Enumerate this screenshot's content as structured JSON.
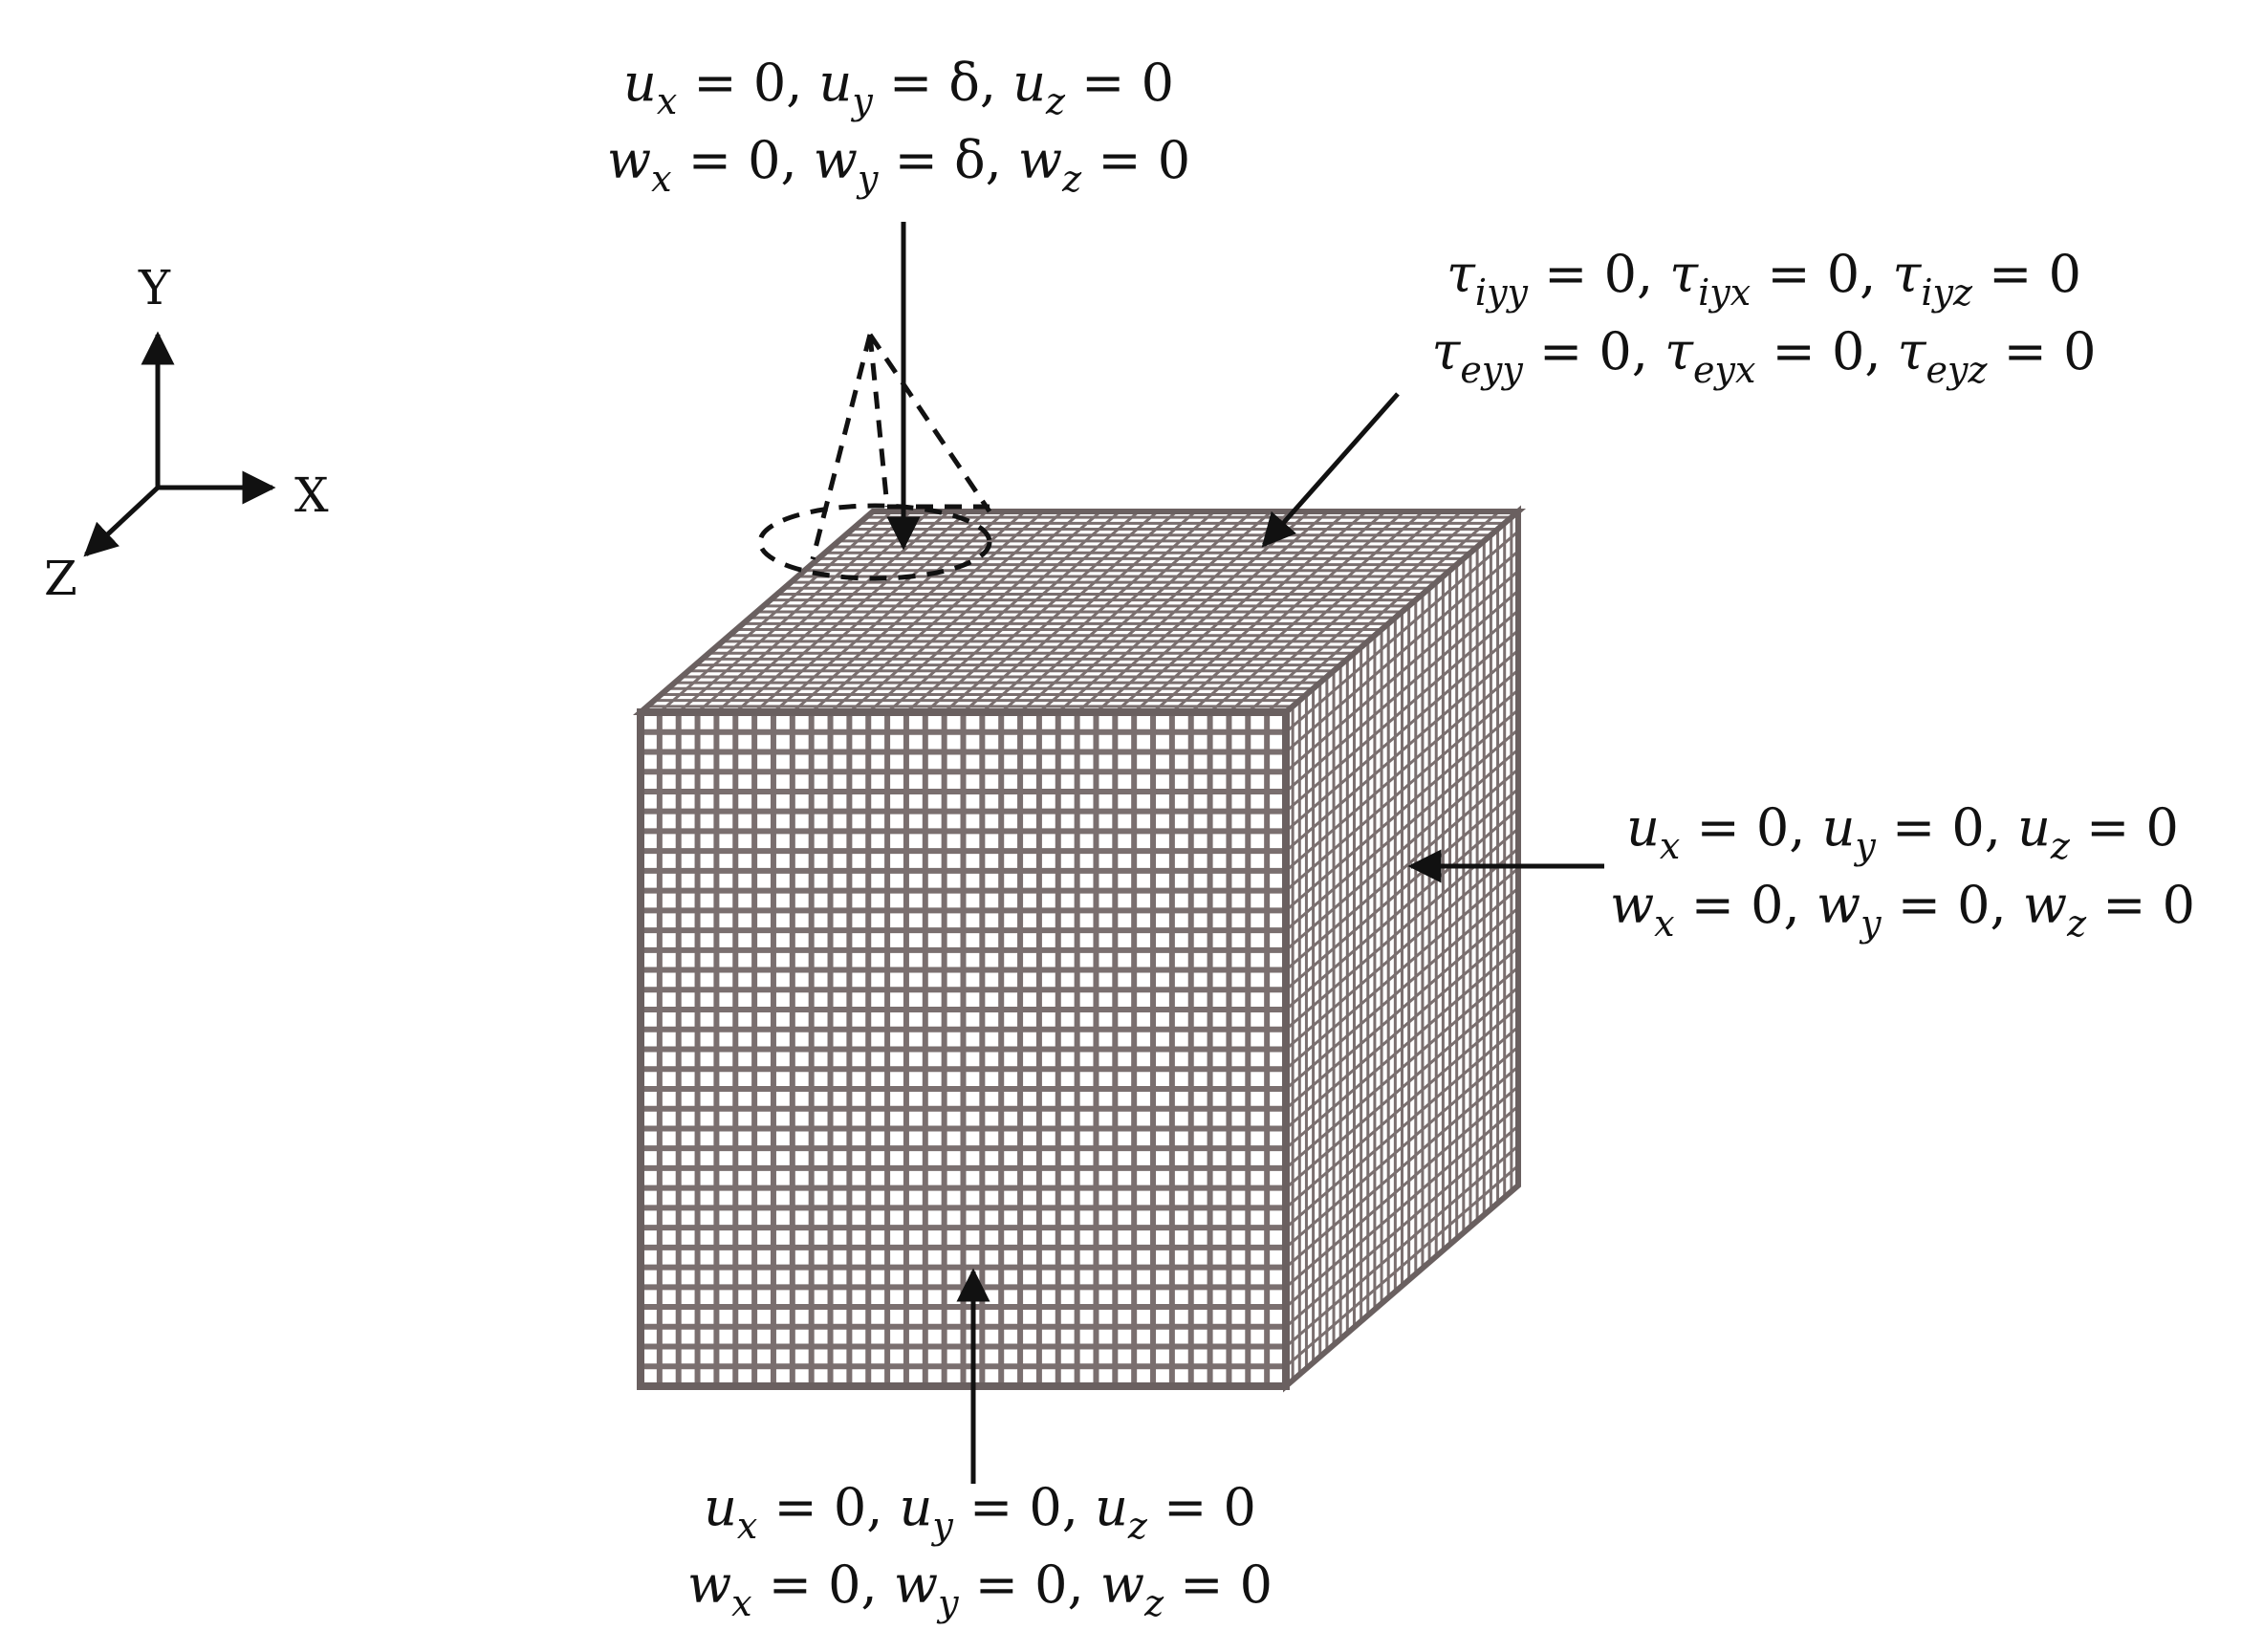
{
  "axes": {
    "y": "Y",
    "x": "X",
    "z": "Z"
  },
  "colors": {
    "mesh": "#7a6f6f",
    "mesh_dark": "#5f5555",
    "ink": "#111111"
  },
  "labels": {
    "top_load": [
      [
        {
          "t": "u"
        },
        {
          "s": "x"
        },
        {
          "t": " = 0, ",
          "up": true
        },
        {
          "t": "u"
        },
        {
          "s": "y"
        },
        {
          "t": " = δ, ",
          "up": true
        },
        {
          "t": "u"
        },
        {
          "s": "z"
        },
        {
          "t": " = 0",
          "up": true
        }
      ],
      [
        {
          "t": "w"
        },
        {
          "s": "x"
        },
        {
          "t": " = 0, ",
          "up": true
        },
        {
          "t": "w"
        },
        {
          "s": "y"
        },
        {
          "t": " = δ, ",
          "up": true
        },
        {
          "t": "w"
        },
        {
          "s": "z"
        },
        {
          "t": " = 0",
          "up": true
        }
      ]
    ],
    "top_face": [
      [
        {
          "t": "τ"
        },
        {
          "s": "iyy"
        },
        {
          "t": " = 0, ",
          "up": true
        },
        {
          "t": "τ"
        },
        {
          "s": "iyx"
        },
        {
          "t": " = 0, ",
          "up": true
        },
        {
          "t": "τ"
        },
        {
          "s": "iyz"
        },
        {
          "t": " = 0",
          "up": true
        }
      ],
      [
        {
          "t": "τ"
        },
        {
          "s": "eyy"
        },
        {
          "t": " = 0, ",
          "up": true
        },
        {
          "t": "τ"
        },
        {
          "s": "eyx"
        },
        {
          "t": " = 0, ",
          "up": true
        },
        {
          "t": "τ"
        },
        {
          "s": "eyz"
        },
        {
          "t": " = 0",
          "up": true
        }
      ]
    ],
    "right_face": [
      [
        {
          "t": "u"
        },
        {
          "s": "x"
        },
        {
          "t": " = 0, ",
          "up": true
        },
        {
          "t": "u"
        },
        {
          "s": "y"
        },
        {
          "t": " = 0, ",
          "up": true
        },
        {
          "t": "u"
        },
        {
          "s": "z"
        },
        {
          "t": " = 0",
          "up": true
        }
      ],
      [
        {
          "t": "w"
        },
        {
          "s": "x"
        },
        {
          "t": " = 0, ",
          "up": true
        },
        {
          "t": "w"
        },
        {
          "s": "y"
        },
        {
          "t": " = 0, ",
          "up": true
        },
        {
          "t": "w"
        },
        {
          "s": "z"
        },
        {
          "t": " = 0",
          "up": true
        }
      ]
    ],
    "bottom_face": [
      [
        {
          "t": "u"
        },
        {
          "s": "x"
        },
        {
          "t": " = 0, ",
          "up": true
        },
        {
          "t": "u"
        },
        {
          "s": "y"
        },
        {
          "t": " = 0, ",
          "up": true
        },
        {
          "t": "u"
        },
        {
          "s": "z"
        },
        {
          "t": " = 0",
          "up": true
        }
      ],
      [
        {
          "t": "w"
        },
        {
          "s": "x"
        },
        {
          "t": " = 0, ",
          "up": true
        },
        {
          "t": "w"
        },
        {
          "s": "y"
        },
        {
          "t": " = 0, ",
          "up": true
        },
        {
          "t": "w"
        },
        {
          "s": "z"
        },
        {
          "t": " = 0",
          "up": true
        }
      ]
    ]
  }
}
